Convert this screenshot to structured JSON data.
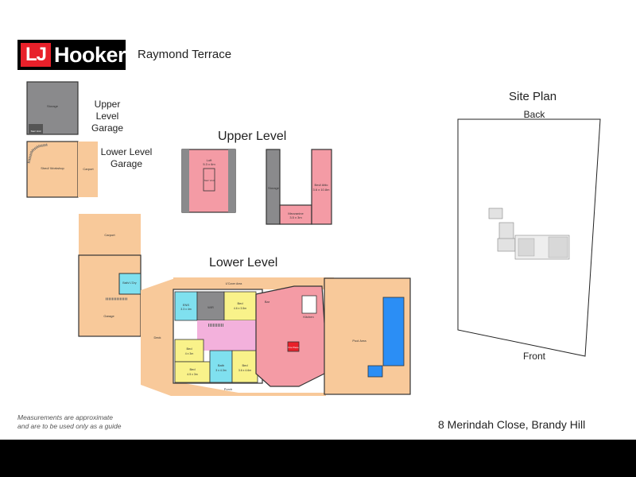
{
  "brand": {
    "lj": "LJ",
    "name": "Hooker",
    "office": "Raymond Terrace"
  },
  "titles": {
    "upper_garage": "Upper Level Garage",
    "lower_garage": "Lower Level Garage",
    "upper_level": "Upper Level",
    "lower_level": "Lower Level",
    "site_plan": "Site Plan",
    "back": "Back",
    "front": "Front"
  },
  "rooms": {
    "storage1": "Storage",
    "stair_void": "Stair Void",
    "shed": "Shed/ Workshop",
    "carport_side": "Carport",
    "loft": "Loft",
    "loft_dim": "5.3 x 6m",
    "stair_void2": "Stair Void",
    "storage2": "Storage",
    "bed_attic": "Bed/ Attic",
    "bed_attic_dim": "3.6 x 10.8m",
    "mezzanine": "Mezzanine",
    "mezzanine_dim": "3.5 x 3m",
    "carport": "Carport",
    "bath_wc": "Bath/ L'Dry",
    "garage": "Garage",
    "deck": "Deck",
    "covered_area": "U'Cover Area",
    "ens": "ENS",
    "ens_dim": "3.3 x 4m",
    "wir": "WIR",
    "bed1": "Bed",
    "bed1_dim": "4.6 x 3.5m",
    "bed2": "Bed",
    "bed2_dim": "4 x 3m",
    "bed3": "Bed",
    "bed3_dim": "4.5 x 3m",
    "bath": "Bath",
    "bath_dim": "3 x 4.3m",
    "bed4": "Bed",
    "bed4_dim": "3.6 x 4.6m",
    "bar": "Bar",
    "kitchen": "Kitchen",
    "fire_place": "Fire Place",
    "pool_area": "Pool Area",
    "porch": "Porch"
  },
  "disclaimer": {
    "line1": "Measurements are approximate",
    "line2": "and are to be used only as a guide"
  },
  "address": "8 Merindah Close, Brandy Hill",
  "colors": {
    "accent_red": "#e8202a",
    "gray_room": "#8a8a8c",
    "peach": "#f8c99a",
    "pink": "#f49ba5",
    "light_pink": "#f3b1dc",
    "yellow": "#f9f28a",
    "cyan": "#7fe0ef",
    "pool": "#2b8ef5"
  }
}
